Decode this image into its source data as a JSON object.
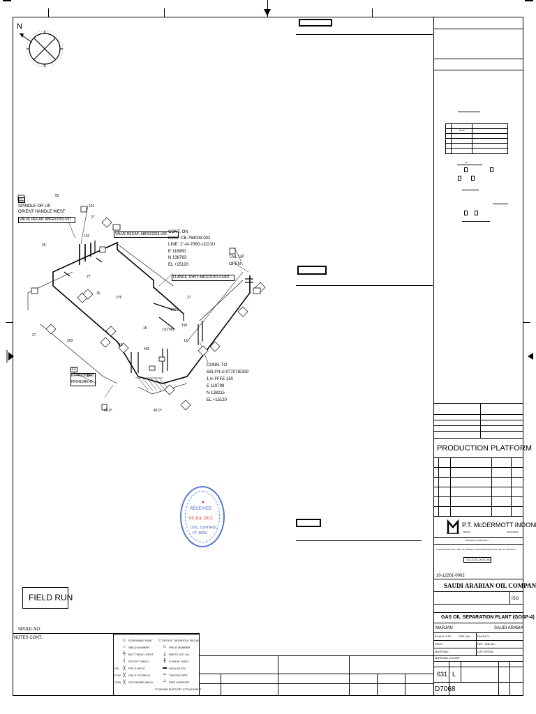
{
  "drawing": {
    "north_label": "N",
    "labels": {
      "n11": "11",
      "spindle_1": "SPINDLE OR UP",
      "spindle_2": "ORIENT HANDLE WEST",
      "valve_recap_1": "VALVE RECAP: ABFE02263-V01",
      "valve_recap_2": "VALVE RECAP: ABFE02263-V02",
      "cont_on": "CONT. ON",
      "dwg": "DWG: CB-768009-002",
      "line": "LINE: 1\"-IA-7060-1CG1U",
      "e1": "E 118950",
      "n1": "N 138763",
      "el1": "EL +15120",
      "tail_up": "TAIL UP",
      "open": "OPEN",
      "flange_joint": "FLANGE JOINT: ABFE02263-F4402",
      "n12": "12",
      "kf": "KF4402B5046",
      "fr": "FR0410R6>D",
      "conn_to": "CONN. TO",
      "conn_line": "631-P4-U-07707IE309",
      "conn_ffe": "1 in FFFE 150",
      "e2": "E 119799",
      "n2": "N 138215",
      "el2": "EL +15120",
      "tee_1": "1\"NS",
      "tee_2": "1X1\"NS",
      "dims": [
        "55",
        "101",
        "27",
        "101",
        "27",
        "26",
        "176",
        "402",
        "16",
        "16",
        "16",
        "190",
        "27",
        "275",
        "293",
        "45.0°",
        "45.0°",
        "27",
        "16"
      ]
    }
  },
  "stamp": {
    "line1": "RECEIVED",
    "line2": "05 JUL 2012",
    "line3": "DOC. CONTROL",
    "line4": "PT. MDM"
  },
  "field_run": "FIELD RUN",
  "spool_no": "SPOOL NO:",
  "notes_cont": "NOTES CONT.:",
  "legend": [
    {
      "sym": "◇",
      "label": "SCREWING JOINT"
    },
    {
      "sym": "○",
      "label": "WELD NUMBER"
    },
    {
      "sym": "╪",
      "label": "BUTT WELD JOINT"
    },
    {
      "sym": "┤",
      "label": "SOCKET WELD"
    },
    {
      "sym": "╳",
      "label": "FIELD WELD"
    },
    {
      "sym": "╳",
      "label": "FIELD FIT WELD"
    },
    {
      "sym": "╳",
      "label": "OFFSHORE WELD"
    }
  ],
  "legend2": [
    {
      "sym": "▭",
      "label": "SPOOL TAG/SPOOL RECAP"
    },
    {
      "sym": "□",
      "label": "PIECE NUMBER"
    },
    {
      "sym": "▯",
      "label": "PARTS LIST No."
    },
    {
      "sym": "╫",
      "label": "FLANGE JOINT"
    },
    {
      "sym": "▬",
      "label": "INSULATION"
    },
    {
      "sym": "═",
      "label": "TRACED PIPE"
    },
    {
      "sym": "┴",
      "label": "PIPE SUPPORT"
    },
    {
      "sym": "▭",
      "label": "INLINE SUPPORT ATTACHMENT"
    }
  ],
  "legend_prefix": [
    "FW",
    "FFW",
    "OSW"
  ],
  "title_block": {
    "production_platform": "PRODUCTION PLATFORM",
    "company_name": "P.T. McDERMOTT INDONESIA",
    "company_sub_left": "BATAM",
    "company_sub_right": "INDONESIA",
    "revision_validation": "REVISION VALIDATION",
    "revision_note": "THIS REVISION NO. \"000\" IS CORRECT AND APPROVED FOR USE ON PROJECT",
    "doc_no": "10-12201-0002-001",
    "ref_no": "10-12201-0002",
    "client": "SAUDI ARABIAN OIL COMPANY",
    "iso": "ISO",
    "plant": "GAS OIL SEPARATION PLANT (GOSP-4)",
    "location_left": "MARJAN",
    "location_right": "SAUDI ARABIA",
    "scale": "SCALE: NTS",
    "size": "SIZE: A3",
    "facility": "FACILITY:",
    "spec": "SPEC:",
    "ref_job": "REF. JOB NO.:",
    "material": "MATERIAL:",
    "qty": "QTY SPOOL:",
    "mat_color": "MATERIAL COLOR:",
    "plant_no": "631",
    "index": "L",
    "dwg_no": "D7068",
    "rev_table_header": "DATE",
    "rev_no_label": "NO"
  }
}
